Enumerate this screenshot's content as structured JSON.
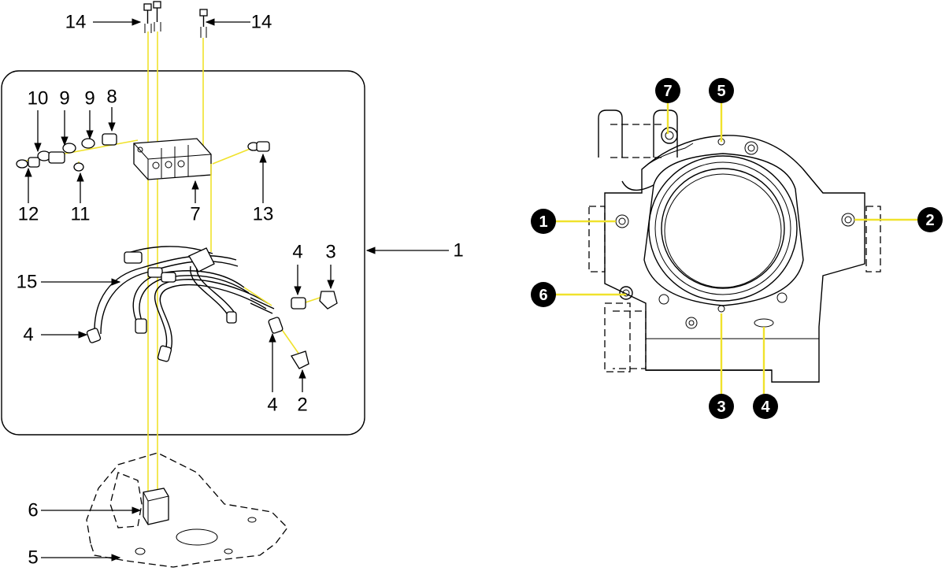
{
  "colors": {
    "ink": "#000000",
    "leader_highlight": "#f0e22c",
    "background": "#ffffff"
  },
  "exploded_view": {
    "callouts": [
      {
        "id": "c14a",
        "text": "14"
      },
      {
        "id": "c14b",
        "text": "14"
      },
      {
        "id": "c10",
        "text": "10"
      },
      {
        "id": "c9a",
        "text": "9"
      },
      {
        "id": "c9b",
        "text": "9"
      },
      {
        "id": "c8",
        "text": "8"
      },
      {
        "id": "c12",
        "text": "12"
      },
      {
        "id": "c11",
        "text": "11"
      },
      {
        "id": "c7",
        "text": "7"
      },
      {
        "id": "c13",
        "text": "13"
      },
      {
        "id": "c1",
        "text": "1"
      },
      {
        "id": "c4a",
        "text": "4"
      },
      {
        "id": "c3",
        "text": "3"
      },
      {
        "id": "c15",
        "text": "15"
      },
      {
        "id": "c4b",
        "text": "4"
      },
      {
        "id": "c4c",
        "text": "4"
      },
      {
        "id": "c2",
        "text": "2"
      },
      {
        "id": "c6",
        "text": "6"
      },
      {
        "id": "c5",
        "text": "5"
      }
    ]
  },
  "housing_view": {
    "port_badges": [
      {
        "id": "p7",
        "text": "7"
      },
      {
        "id": "p5",
        "text": "5"
      },
      {
        "id": "p1",
        "text": "1"
      },
      {
        "id": "p2",
        "text": "2"
      },
      {
        "id": "p6",
        "text": "6"
      },
      {
        "id": "p3",
        "text": "3"
      },
      {
        "id": "p4",
        "text": "4"
      }
    ]
  }
}
